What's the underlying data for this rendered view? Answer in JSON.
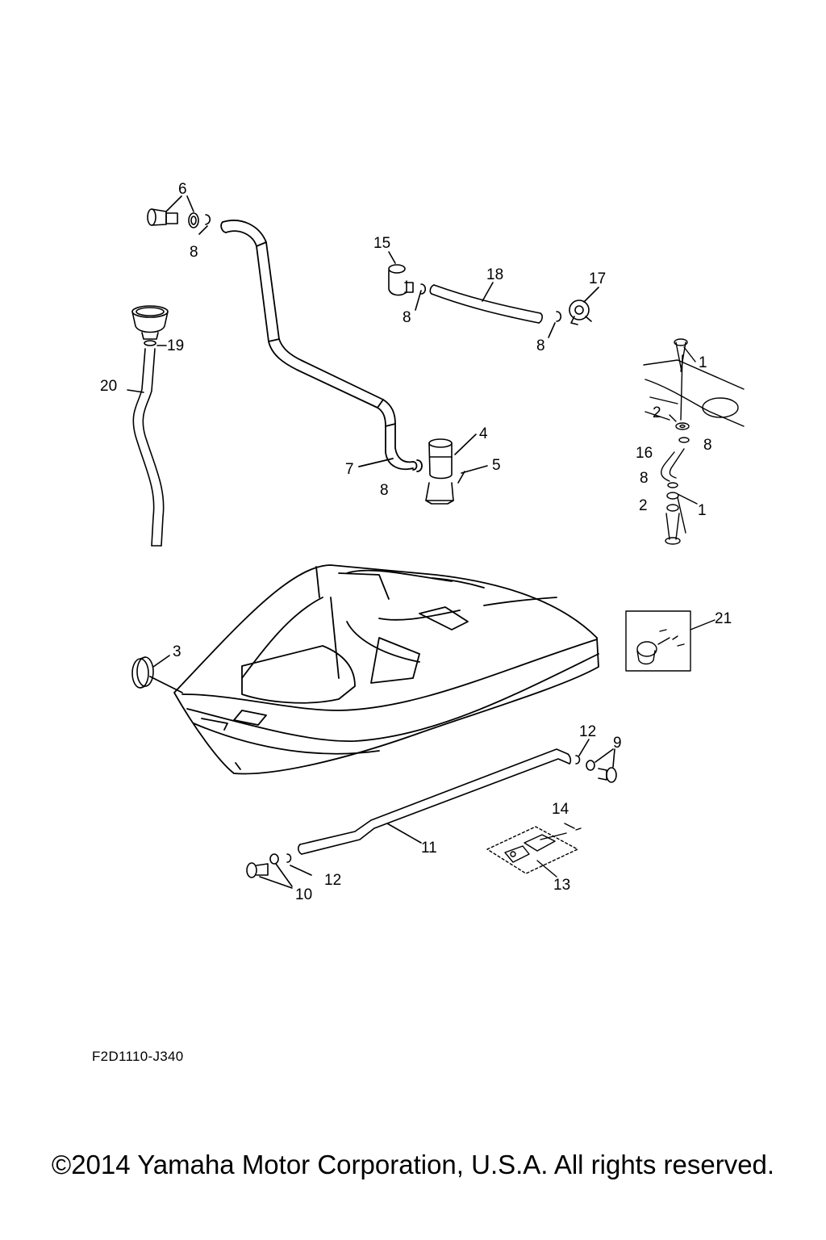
{
  "diagram": {
    "drawing_code": "F2D1110-J340",
    "copyright": "©2014 Yamaha Motor Corporation, U.S.A. All rights reserved.",
    "callouts": {
      "c1a": "1",
      "c1b": "1",
      "c2a": "2",
      "c2b": "2",
      "c3": "3",
      "c4": "4",
      "c5": "5",
      "c6": "6",
      "c7": "7",
      "c8a": "8",
      "c8b": "8",
      "c8c": "8",
      "c8d": "8",
      "c8e": "8",
      "c8f": "8",
      "c9": "9",
      "c10": "10",
      "c11": "11",
      "c12a": "12",
      "c12b": "12",
      "c13": "13",
      "c14": "14",
      "c15": "15",
      "c16": "16",
      "c17": "17",
      "c18": "18",
      "c19": "19",
      "c20": "20",
      "c21": "21"
    }
  }
}
